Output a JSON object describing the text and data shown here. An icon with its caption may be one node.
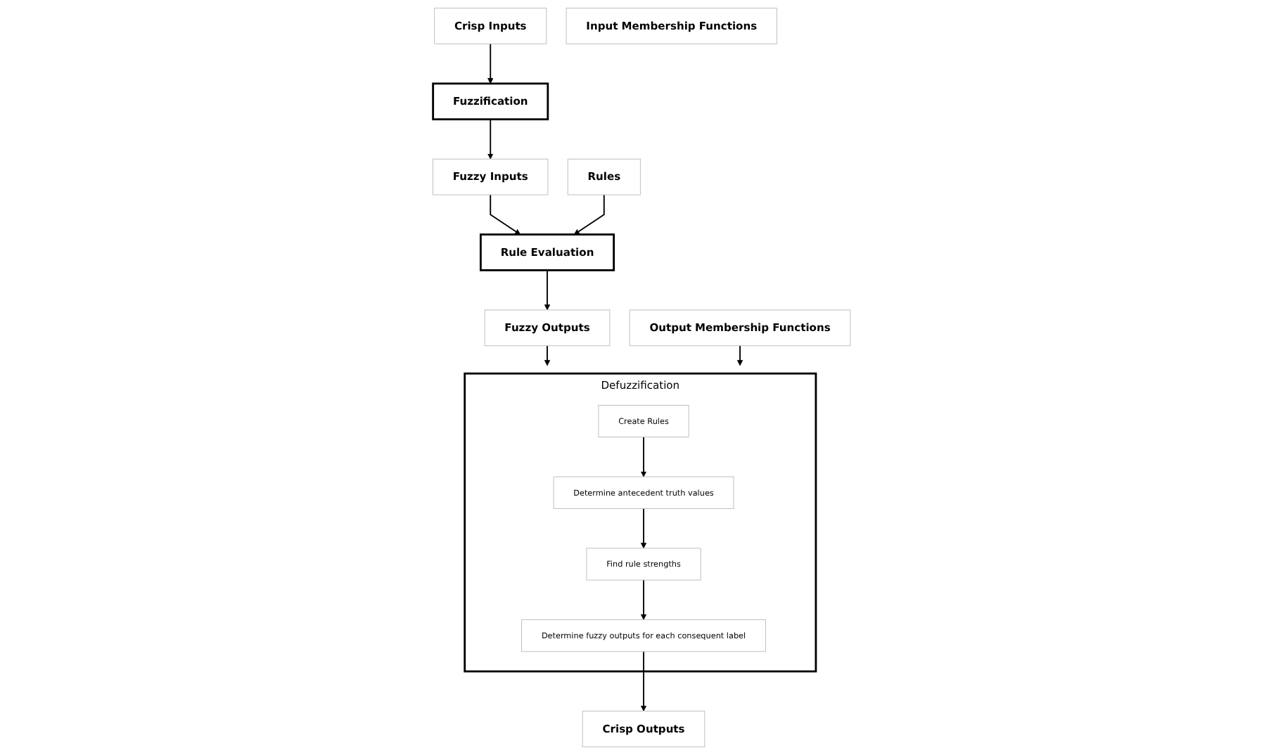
{
  "diagram": {
    "nodes": [
      {
        "text": [
          "Crisp Inputs"
        ]
      },
      {
        "text": [
          "Input Membership Functions"
        ]
      },
      {
        "text": [
          "Fuzzification"
        ]
      },
      {
        "text": [
          "Fuzzy Inputs"
        ]
      },
      {
        "text": [
          "Rules"
        ]
      },
      {
        "text": [
          "Rule Evaluation"
        ]
      },
      {
        "text": [
          "Fuzzy Outputs"
        ]
      },
      {
        "text": [
          "Defuzzification"
        ]
      },
      {
        "text": [
          "Create Rules"
        ],
        "in": 7
      },
      {
        "text": [
          "Determine antecedent truth values"
        ],
        "in": 7
      },
      {
        "text": [
          "Find rule strengths"
        ],
        "in": 7
      },
      {
        "text": [
          "Determine fuzzy outputs for each consequent label"
        ],
        "in": 7
      },
      {
        "text": [
          "Output Membership Functions"
        ]
      },
      {
        "text": [
          "Crisp Outputs"
        ]
      }
    ],
    "edges": [
      {
        "from": 0,
        "to": 2,
        "arrow": "to"
      },
      {
        "from": 2,
        "to": 3,
        "arrow": "to"
      },
      {
        "from": 3,
        "to": 5,
        "arrow": "to"
      },
      {
        "from": 4,
        "to": 5,
        "arrow": "to"
      },
      {
        "from": 5,
        "to": 6,
        "arrow": "to"
      },
      {
        "from": 6,
        "to": 7,
        "arrow": "to"
      },
      {
        "from": 12,
        "to": 7,
        "arrow": "to"
      },
      {
        "from": 8,
        "to": 9,
        "arrow": "to"
      },
      {
        "from": 9,
        "to": 10,
        "arrow": "to"
      },
      {
        "from": 10,
        "to": 11,
        "arrow": "to"
      },
      {
        "from": 11,
        "to": 13,
        "arrow": "to"
      }
    ]
  }
}
